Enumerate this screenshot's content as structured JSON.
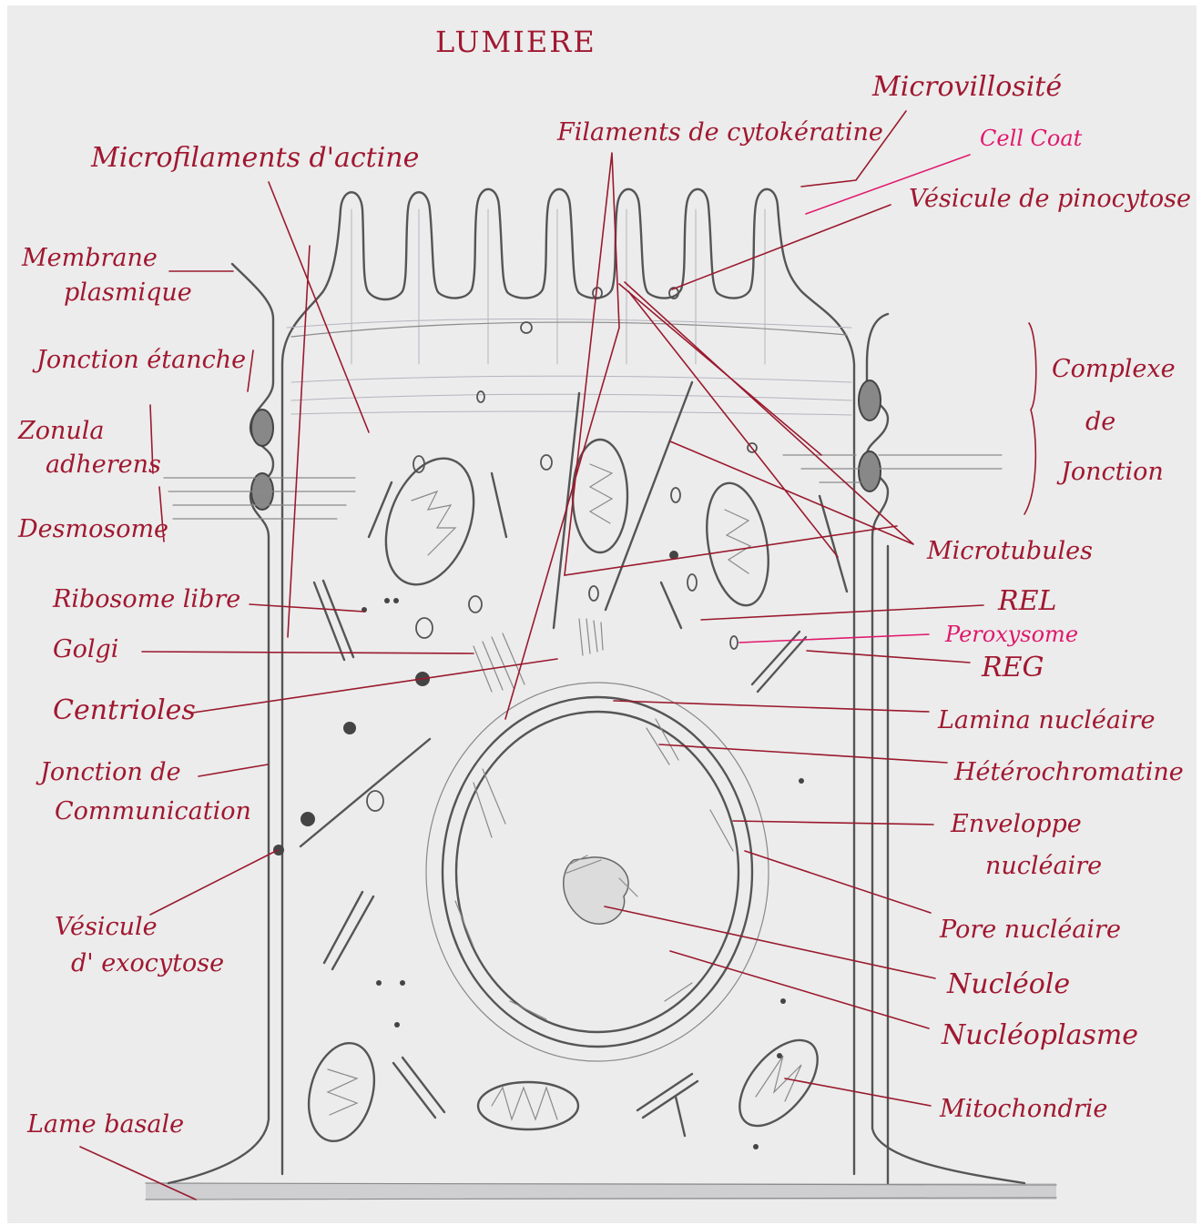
{
  "diagram": {
    "title": "LUMIERE",
    "colors": {
      "ink": "#a01830",
      "accent_ink": "#e0186c",
      "pencil": "#555555",
      "paper": "#ececec"
    },
    "labels": {
      "microvillosite": "Microvillosité",
      "cell_coat": "Cell Coat",
      "filaments_cytokeratine": "Filaments de cytokératine",
      "microfilaments_actine": "Microfilaments d'actine",
      "vesicule_pinocytose": "Vésicule de pinocytose",
      "membrane_plasmique_1": "Membrane",
      "membrane_plasmique_2": "plasmique",
      "jonction_etanche": "Jonction étanche",
      "zonula_adherens_1": "Zonula",
      "zonula_adherens_2": "adherens",
      "desmosome": "Desmosome",
      "complexe_jonction_1": "Complexe",
      "complexe_jonction_2": "de",
      "complexe_jonction_3": "Jonction",
      "microtubules": "Microtubules",
      "ribosome_libre": "Ribosome libre",
      "rel": "REL",
      "peroxysome": "Peroxysome",
      "golgi": "Golgi",
      "reg": "REG",
      "centrioles": "Centrioles",
      "lamina_nucleaire": "Lamina nucléaire",
      "heterochromatine": "Hétérochromatine",
      "jonction_communication_1": "Jonction de",
      "jonction_communication_2": "Communication",
      "enveloppe_nucleaire_1": "Enveloppe",
      "enveloppe_nucleaire_2": "nucléaire",
      "pore_nucleaire": "Pore nucléaire",
      "vesicule_exocytose_1": "Vésicule",
      "vesicule_exocytose_2": "d' exocytose",
      "nucleole": "Nucléole",
      "nucleoplasme": "Nucléoplasme",
      "mitochondrie": "Mitochondrie",
      "lame_basale": "Lame basale"
    }
  }
}
